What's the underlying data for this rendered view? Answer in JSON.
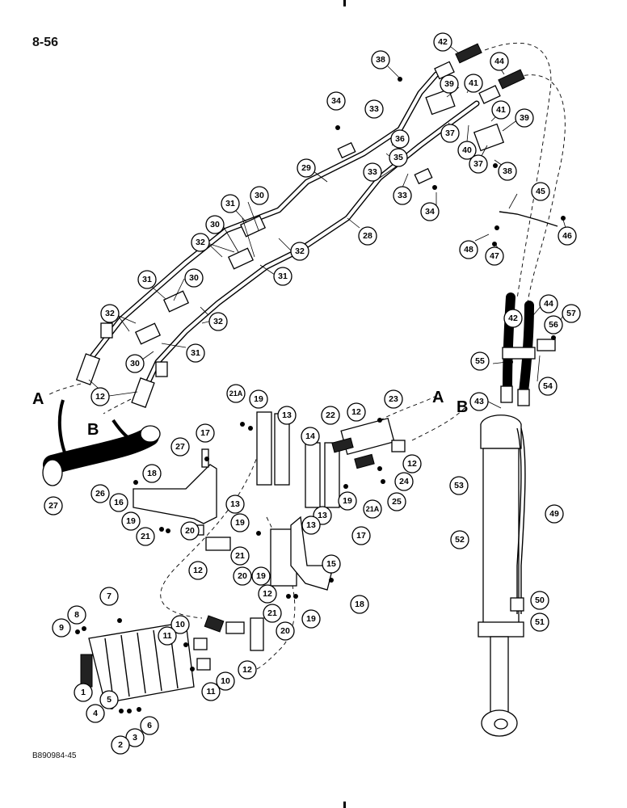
{
  "page": {
    "number": "8-56",
    "figure_id": "B890984-45"
  },
  "connection_letters": [
    "A",
    "B"
  ],
  "callouts": {
    "c42": "42",
    "c44": "44",
    "c38": "38",
    "c39": "39",
    "c41": "41",
    "c34": "34",
    "c33": "33",
    "c36": "36",
    "c35": "35",
    "c37": "37",
    "c40": "40",
    "c29": "29",
    "c28": "28",
    "c45": "45",
    "c46": "46",
    "c47": "47",
    "c48": "48",
    "c30": "30",
    "c31": "31",
    "c32": "32",
    "c12": "12",
    "c57": "57",
    "c56": "56",
    "c55": "55",
    "c54": "54",
    "c43": "43",
    "c21A": "21A",
    "c19": "19",
    "c13": "13",
    "c14": "14",
    "c22": "22",
    "c23": "23",
    "c27": "27",
    "c17": "17",
    "c18": "18",
    "c16": "16",
    "c26": "26",
    "c24": "24",
    "c25": "25",
    "c21": "21",
    "c20": "20",
    "c15": "15",
    "c53": "53",
    "c49": "49",
    "c52": "52",
    "c50": "50",
    "c51": "51",
    "c7": "7",
    "c8": "8",
    "c9": "9",
    "c10": "10",
    "c11": "11",
    "c1": "1",
    "c5": "5",
    "c4": "4",
    "c6": "6",
    "c3": "3",
    "c2": "2"
  }
}
